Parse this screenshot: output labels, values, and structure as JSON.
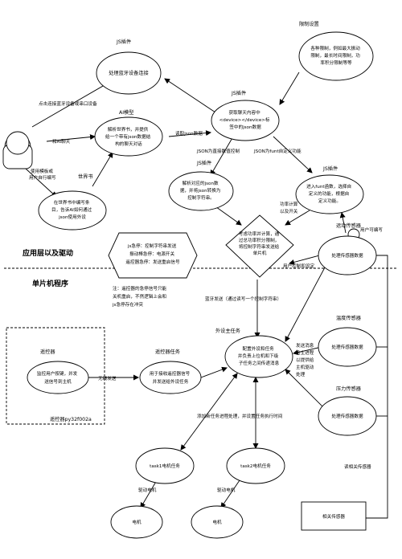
{
  "labels": {
    "js_plugin_1": "JS插件",
    "js_plugin_2": "JS插件",
    "js_plugin_3": "JS插件",
    "js_plugin_4": "JS插件",
    "ai_model": "AI模型",
    "limit_settings": "限制设置",
    "world_book": "世界书",
    "app_layer": "应用层以及驱动",
    "mcu_program": "单片机程序",
    "motion_sensor": "运动传感器",
    "temp_sensor": "温度传感器",
    "pressure_sensor": "压力传感器",
    "remote": "遥控器",
    "remote_task": "遥控器任务",
    "remote_chip": "遥控器py32f002a",
    "peripheral_task": "外设主任务"
  },
  "nodes": {
    "connect_bt": "处理蓝牙设备连接",
    "chat_json": [
      "获取聊天内容中",
      "<device></device>标",
      "签中的json数据"
    ],
    "world_parse": [
      "解析世界书，并提供",
      "给一个带有json数据结",
      "构的聊天对话"
    ],
    "json_parse": [
      "解析对应的json数",
      "据，并将json转换为",
      "控制字符串。"
    ],
    "funt": [
      "进入funt函数，选择自",
      "定义的功能，根据自",
      "定义功能。"
    ],
    "limits": [
      "各种限制，例如最大振动",
      "限制，最长时间限制，功",
      "率积分限制等等"
    ],
    "world_write": [
      "在世界书中编写条",
      "目，告诉AI如何通过",
      "json使用外设"
    ],
    "decision": [
      "考虑功率并计算，通",
      "过总功率积分限制，",
      "将控制字符串发送给",
      "单片机"
    ],
    "js_keys": [
      "js急停：控制字符串发送",
      "振动棒急停：电源开关",
      "遥控器急停：发送重启信号"
    ],
    "note": [
      "注：遥控器的急停信号只能",
      "关机重启，不然逻辑上会和",
      "js急停存在冲突"
    ],
    "motion_proc": "处理传感器数据",
    "temp_proc": "处理传感器数据",
    "pressure_proc": "处理传感器数据",
    "remote_proc": [
      "监控用户按键，并发",
      "送信号到主机"
    ],
    "remote_task_proc": [
      "用于接收遥控器信号",
      "并发送给外设任务"
    ],
    "peripheral": [
      "配置外设和任务",
      "并负责上位机和下级",
      "子任务之间传递消息"
    ],
    "task1": "task1电机任务",
    "task2": "task2电机任务",
    "motor1": "电机",
    "motor2": "电机",
    "sensor_rect": "相关传感器"
  },
  "edges": {
    "connect_device": "点击连接蓝牙设备或串口设备",
    "and_ai_chat": "和AI聊天",
    "user_template": [
      "使用模板或",
      "用户自行编写"
    ],
    "read_json": "读取json数据",
    "json_direct": "JSON为直接数值控制",
    "json_funt": "JSON为funt自定义功能",
    "power_calc": [
      "功率计算",
      "以及开关"
    ],
    "user_write": "用户可编写",
    "user_control": "用户控制和设定",
    "bt_send": "蓝牙发送（通过读写一个控制字符串）",
    "send_msg": [
      "发送消息",
      "给主进程",
      "以提供给",
      "主机驱动",
      "处理"
    ],
    "wireless": "无线发送",
    "add_task": "添加新任务进程处理，并设置任务执行时间",
    "drive1": "驱动电机",
    "drive2": "驱动电机",
    "read_sensors": "读相关传感器"
  }
}
